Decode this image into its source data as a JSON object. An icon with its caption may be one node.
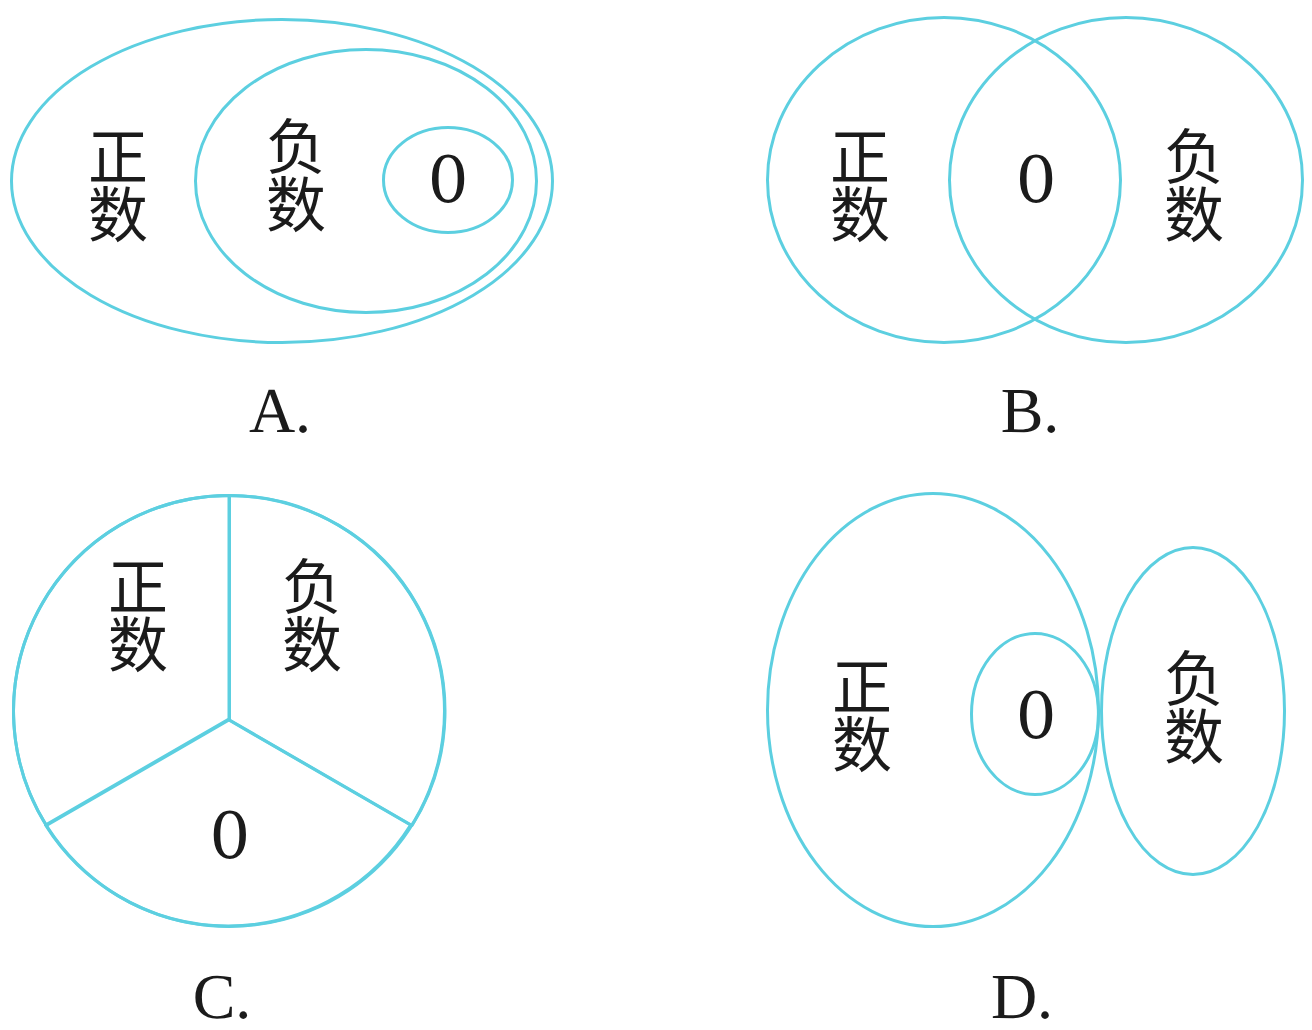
{
  "diagram": {
    "nodes": [
      {
        "text": [
          "正数"
        ]
      },
      {
        "text": [
          "负数"
        ],
        "in": 0
      },
      {
        "text": [
          "0"
        ],
        "in": 1
      },
      {
        "text": [
          "正数"
        ]
      },
      {
        "text": [
          "负数"
        ]
      },
      {
        "text": [],
        "shape": "circle"
      },
      {
        "text": [
          "正数"
        ],
        "in": 5
      },
      {
        "text": [
          "负数"
        ],
        "in": 5
      },
      {
        "text": [
          "0"
        ],
        "in": 5
      },
      {
        "text": [
          "正数"
        ]
      },
      {
        "text": [
          "0"
        ],
        "in": 9
      },
      {
        "text": [
          "负数"
        ]
      }
    ],
    "labels": [
      "0",
      "A.",
      "B.",
      "C.",
      "D."
    ]
  }
}
